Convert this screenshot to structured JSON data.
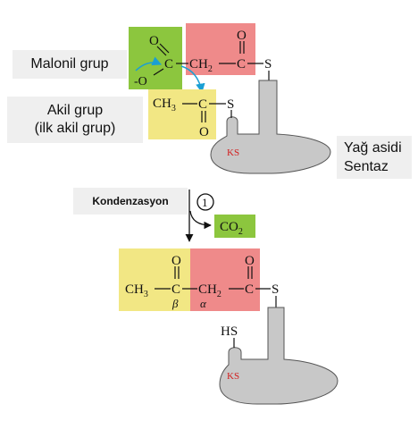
{
  "labels": {
    "malonyl_group": "Malonil grup",
    "acyl_group_line1": "Akil grup",
    "acyl_group_line2": "(ilk akil grup)",
    "enzyme_line1": "Yağ asidi",
    "enzyme_line2": "Sentaz",
    "condensation": "Kondenzasyon",
    "step_number": "1"
  },
  "molecules": {
    "oxygen": "O",
    "oxygen_anion": "-O",
    "carbon": "C",
    "ch2": "CH",
    "ch2_sub": "2",
    "ch3": "CH",
    "ch3_sub": "3",
    "sulfur": "S",
    "thiol": "HS",
    "co2": "CO",
    "co2_sub": "2",
    "beta": "β",
    "alpha": "α"
  },
  "enzyme_site": "KS",
  "colors": {
    "malonyl_carboxyl": "#8cc63e",
    "malonyl_thioester": "#ef8a8a",
    "acyl": "#f2e784",
    "co2_box": "#8cc63e",
    "enzyme": "#c8c8c8",
    "ks_text": "#d21f1f",
    "arrow": "#1a9fd4"
  }
}
